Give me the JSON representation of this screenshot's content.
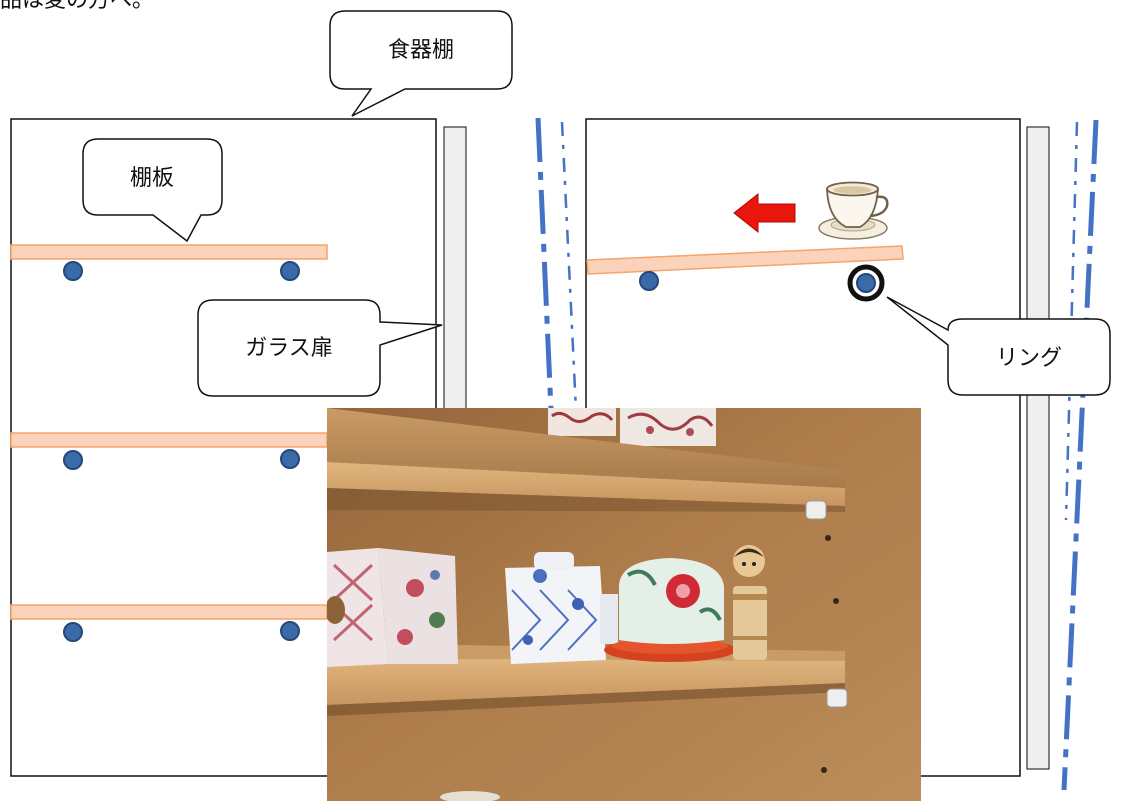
{
  "top_text": "品は変の方へ。",
  "labels": {
    "cabinet": "食器棚",
    "shelf_board": "棚板",
    "glass_door": "ガラス扉",
    "ring": "リング"
  },
  "colors": {
    "shelf_fill": "#fbd3ba",
    "shelf_stroke": "#f5a46c",
    "peg": "#3b6aa8",
    "peg_stroke": "#23497a",
    "door_line": "#4472c4",
    "arrow": "#e8160c",
    "wood": "#b98754",
    "cabinet_stroke": "#111111"
  },
  "icons": {
    "teacup": "teacup-icon",
    "move_arrow": "left-arrow-icon"
  }
}
